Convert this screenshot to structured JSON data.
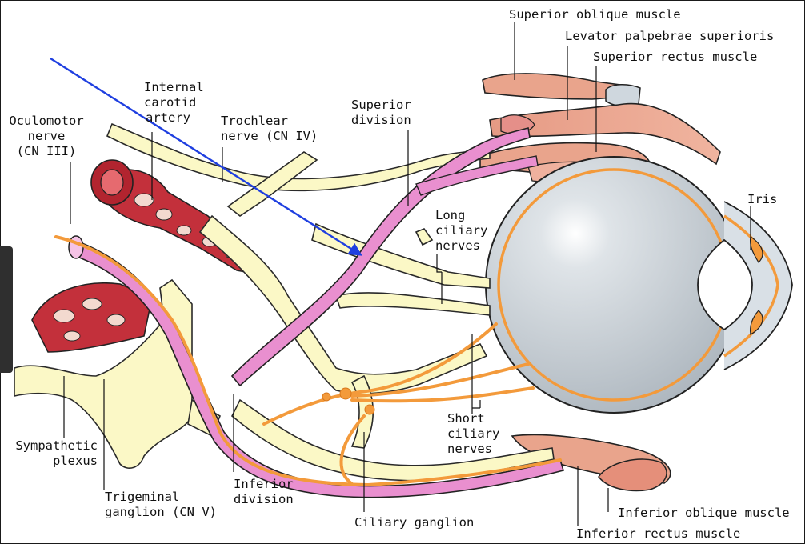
{
  "labels": {
    "superior_oblique_muscle": "Superior oblique muscle",
    "levator_palpebrae_superioris": "Levator palpebrae superioris",
    "superior_rectus_muscle": "Superior rectus muscle",
    "internal_carotid_artery": "Internal\ncarotid\nartery",
    "oculomotor_nerve": "Oculomotor\nnerve\n(CN III)",
    "trochlear_nerve": "Trochlear\nnerve (CN IV)",
    "superior_division": "Superior\ndivision",
    "long_ciliary_nerves": "Long\nciliary\nnerves",
    "iris": "Iris",
    "short_ciliary_nerves": "Short\nciliary\nnerves",
    "sympathetic_plexus": "Sympathetic\nplexus",
    "trigeminal_ganglion": "Trigeminal\nganglion (CN V)",
    "inferior_division": "Inferior\ndivision",
    "ciliary_ganglion": "Ciliary ganglion",
    "inferior_oblique_muscle": "Inferior oblique muscle",
    "inferior_rectus_muscle": "Inferior rectus muscle"
  },
  "colors": {
    "nerve_fill": "#fbf8c6",
    "nerve_outline": "#2a2a2a",
    "oculomotor_pink": "#e98fcf",
    "parasympathetic_orange": "#f39a3b",
    "artery_red": "#c3303b",
    "muscle_salmon": "#e9a48c",
    "eyeball": "#c4ccd3",
    "annotation_arrow": "#1f3fe0"
  }
}
